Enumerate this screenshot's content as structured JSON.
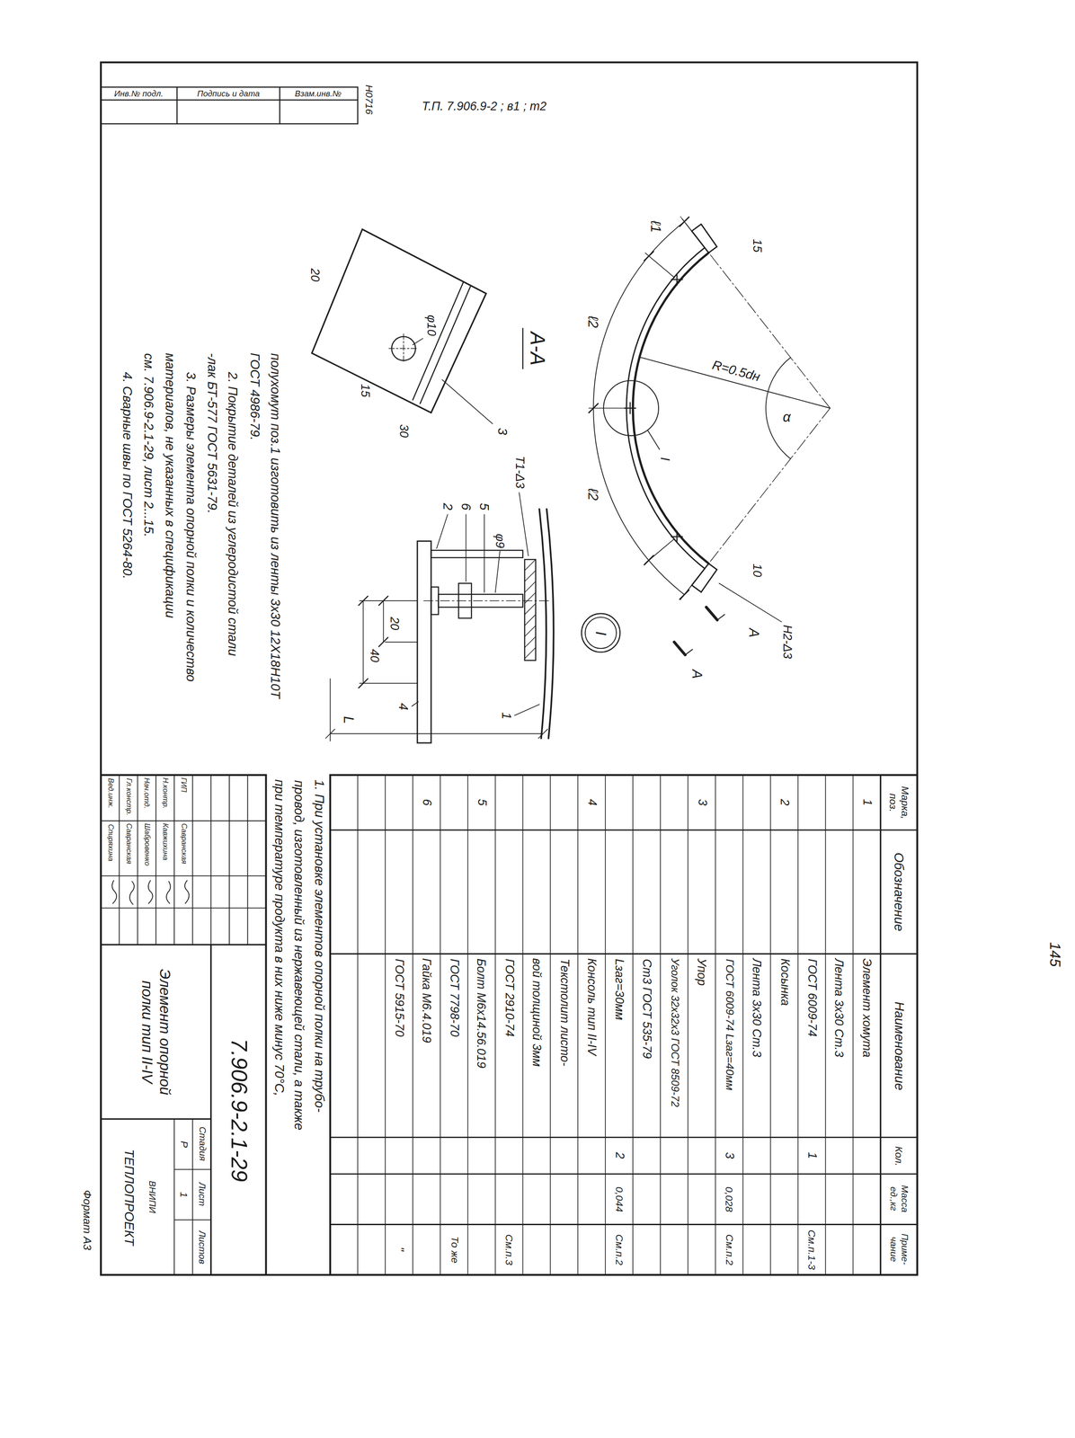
{
  "diagram": {
    "labels": [
      "Инв.№ подл.",
      "Подпись и дата",
      "Взам.инв.№",
      "Н0716",
      "Т.П. 7.906.9-2 ; в1 ; т2",
      "145",
      "ℓ1",
      "ℓ2",
      "ℓ2",
      "15",
      "R=0.5dн",
      "α",
      "I",
      "A",
      "Н2-Δ3",
      "10",
      "A",
      "I",
      "A-A",
      "20",
      "φ10",
      "15",
      "30",
      "3",
      "Т1-Δ3",
      "φ9",
      "5",
      "6",
      "2",
      "20",
      "40",
      "4",
      "1",
      "L",
      "Марка, поз.",
      "Обозначение",
      "Наименование",
      "Кол.",
      "Масса ед.,кг",
      "Приме- чание",
      "1",
      "Элемент хомута",
      "Лента 3х30 Ст.3",
      "ГОСТ 6009-74",
      "1",
      "См.п.1-3",
      "2",
      "Косынка",
      "Лента 3х30 Ст.3",
      "ГОСТ 6009-74 Lзаг=40мм",
      "3",
      "0,028",
      "См.п.2",
      "3",
      "Упор",
      "Уголок 32х32х3 ГОСТ 8509-72",
      "Ст3 ГОСТ 535-79",
      "Lзаг=30мм",
      "2",
      "0,044",
      "См.п.2",
      "4",
      "Консоль тип II-IV",
      "Текстолит листо-",
      "вой толщиной 3мм",
      "ГОСТ 2910-74",
      "См.п.3",
      "5",
      "Болт М6х14.56.019",
      "ГОСТ 7798-70",
      "То же",
      "6",
      "Гайка М6.4.019",
      "ГОСТ 5915-70",
      "\"",
      "1. При установке элементов опорной полки на трубо-",
      "провод, изготовленный из нержавеющей стали, а также",
      "при температуре продукта в них ниже минус 70°С,",
      "полухомут поз.1 изготовить из ленты 3х30 12Х18Н10Т",
      "ГОСТ 4986-79.",
      "2. Покрытие деталей из углеродистой стали",
      "-лак БТ-577 ГОСТ 5631-79.",
      "3. Размеры элемента опорной полки и количество",
      "материалов, не указанных в спецификации",
      "см. 7.906.9-2.1-29, лист 2...15.",
      "4. Сварные швы по ГОСТ 5264-80.",
      "ГИП",
      "Савранская",
      "Н.контр.",
      "Кавжихина",
      "Нач.отд.",
      "Шабровенко",
      "Гл.констр.",
      "Савранская",
      "Вед.инж.",
      "Спиряхина",
      "7.906.9-2.1-29",
      "Элемент опорной полки тип II-IV",
      "Стадия",
      "Лист",
      "Листов",
      "Р",
      "1",
      "ВНИПИ",
      "ТЕПЛОПРОЕКТ",
      "Формат А3"
    ]
  }
}
